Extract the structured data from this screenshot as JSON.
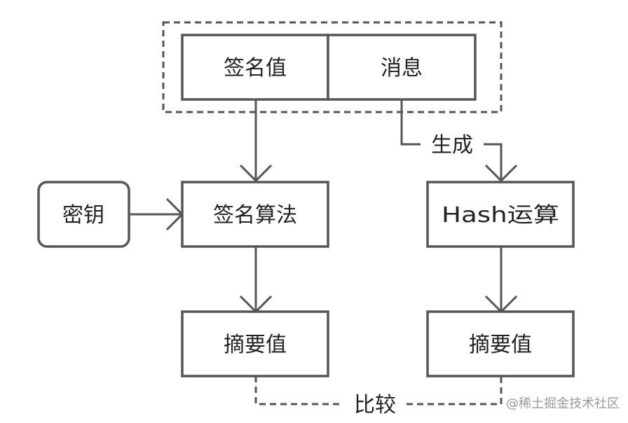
{
  "nodes": {
    "signature_value": "签名值",
    "message": "消息",
    "key": "密钥",
    "signature_algorithm": "签名算法",
    "hash_operation": "Hash运算",
    "digest_left": "摘要值",
    "digest_right": "摘要值"
  },
  "edge_labels": {
    "generate": "生成",
    "compare": "比较"
  },
  "watermark": "@稀土掘金技术社区",
  "colors": {
    "stroke": "#555555",
    "text": "#222222",
    "background": "#ffffff"
  }
}
